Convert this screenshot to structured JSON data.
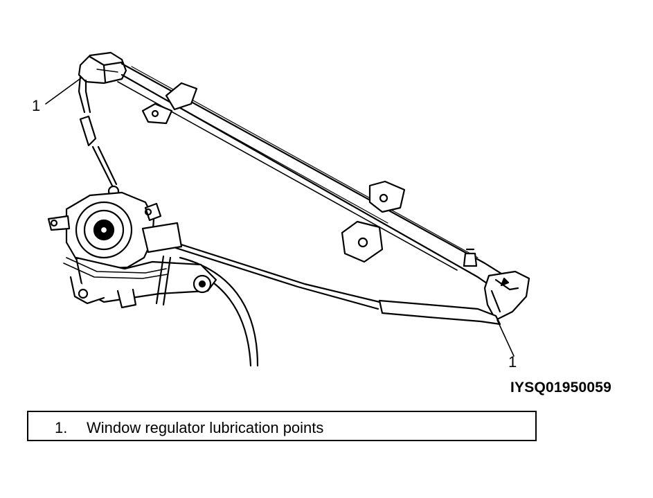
{
  "diagram": {
    "callouts": [
      {
        "label": "1"
      },
      {
        "label": "1"
      }
    ],
    "figure_code": "IYSQ01950059",
    "legend": {
      "items": [
        {
          "number": "1.",
          "text": "Window regulator lubrication points"
        }
      ]
    }
  }
}
